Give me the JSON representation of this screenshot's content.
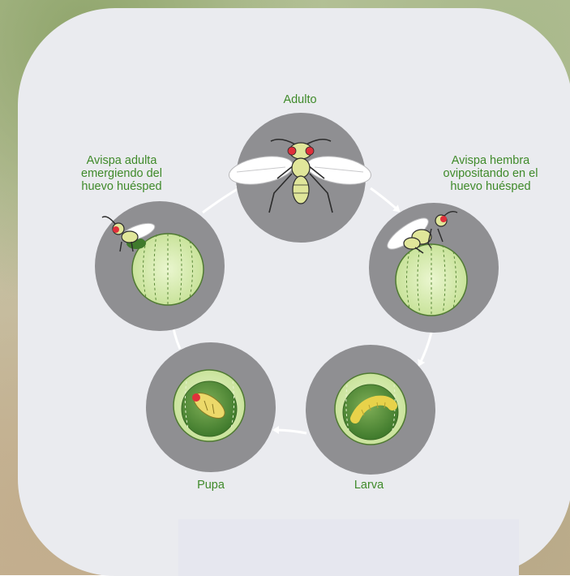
{
  "stages": {
    "adult": {
      "label": "Adulto"
    },
    "oviposition": {
      "label": "Avispa hembra\novipositando en el\nhuevo huésped"
    },
    "larva": {
      "label": "Larva"
    },
    "pupa": {
      "label": "Pupa"
    },
    "emergence": {
      "label": "Avispa adulta\nemergiendo del\nhuevo huésped"
    }
  },
  "colors": {
    "label_text": "#3f8a2a",
    "stage_circle": "#8f8f92",
    "arrow": "#ffffff",
    "egg_fill": "#d9ecb8",
    "wasp_body": "#e0e69a",
    "wasp_eye": "#e0303a"
  }
}
